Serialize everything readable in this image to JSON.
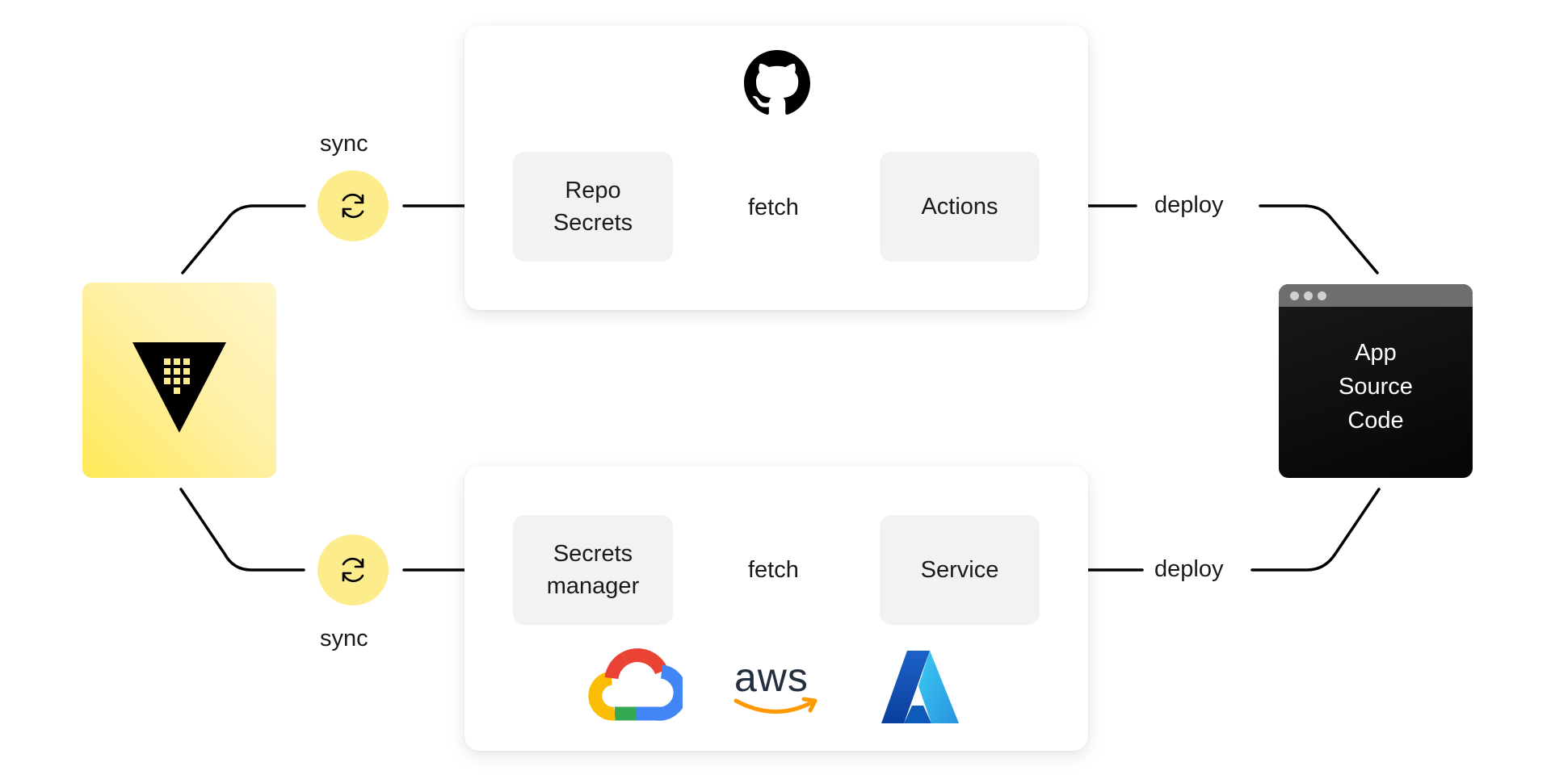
{
  "vault": {
    "icon": "vault-logo-icon"
  },
  "github_panel": {
    "icon": "github-logo-icon",
    "repo_secrets": "Repo\nSecrets",
    "actions": "Actions",
    "fetch_label": "fetch"
  },
  "cloud_panel": {
    "secrets_manager": "Secrets\nmanager",
    "service": "Service",
    "fetch_label": "fetch",
    "logos": [
      "google-cloud-logo-icon",
      "aws-logo-icon",
      "azure-logo-icon"
    ],
    "aws_text": "aws"
  },
  "sync": {
    "top_label": "sync",
    "bottom_label": "sync",
    "icon": "sync-icon"
  },
  "deploy": {
    "top_label": "deploy",
    "bottom_label": "deploy"
  },
  "app_source": {
    "label": "App\nSource\nCode"
  },
  "colors": {
    "vault_yellow": "#FFE957",
    "sync_yellow": "#FCEC8C",
    "node_gray": "#F2F2F2",
    "terminal_bg": "#0A0A0A"
  }
}
